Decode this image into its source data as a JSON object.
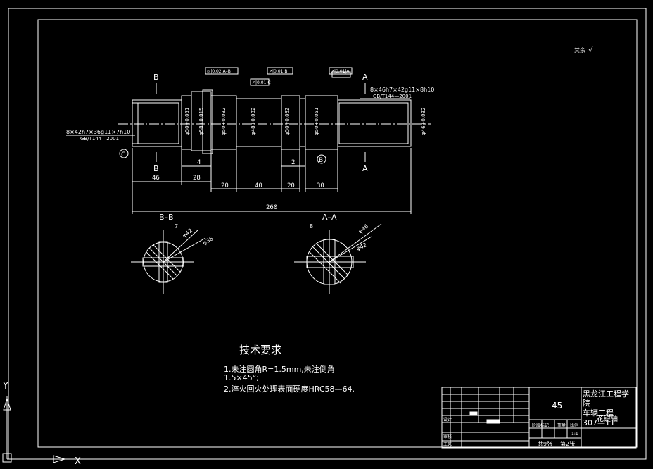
{
  "section_labels": {
    "b": "B",
    "a": "A",
    "bb": "B–B",
    "aa": "A–A"
  },
  "feature_markers": {
    "c": "C",
    "b": "B"
  },
  "spline_callouts": {
    "left": "8×42h7×36g11×7h10",
    "left_std": "GB/T144—2001",
    "right": "8×46h7×42g11×8h10",
    "right_std": "GB/T144—2001"
  },
  "diameter_labels": [
    "φ50+0.051",
    "φ58+0.015",
    "φ50+0.032",
    "φ48+0.032",
    "φ50+0.032",
    "φ50+0.051",
    "φ46+0.032"
  ],
  "tolerance_frames": [
    "◎|0.02|A–B",
    "↗|0.01|C",
    "↗|0.01|B",
    "↗|0.01|A"
  ],
  "surface_note": "其余",
  "dimensions": {
    "d46": "46",
    "d28": "28",
    "d20a": "20",
    "d40": "40",
    "d20b": "20",
    "d30": "30",
    "d4": "4",
    "d2": "2",
    "total": "260"
  },
  "section_dims": {
    "bb_width": "7",
    "bb_dia": "φ36",
    "bb_dia2": "φ42",
    "aa_width": "8",
    "aa_dia": "φ46",
    "aa_dia2": "φ42"
  },
  "tech_requirements": {
    "title": "技术要求",
    "line1": "1.未注圆角R=1.5mm,未注倒角",
    "line2": "1.5×45°;",
    "line3": "2.淬火回火处理表面硬度HRC58—64."
  },
  "title_block": {
    "material": "45",
    "school_line1": "黑龙江工程学",
    "school_line2": "院",
    "part_name": "花键轴",
    "dept": "车辆工程",
    "drawing_no": "307—11",
    "scale_label": "比例",
    "scale": "1:1",
    "sheets": "共9张",
    "sheet_no": "第2张",
    "designer_label": "设计",
    "check_label": "审核",
    "process_label": "工艺",
    "stage_label": "阶段标记",
    "weight_label": "重量"
  },
  "axis": {
    "x": "X",
    "y": "Y"
  }
}
